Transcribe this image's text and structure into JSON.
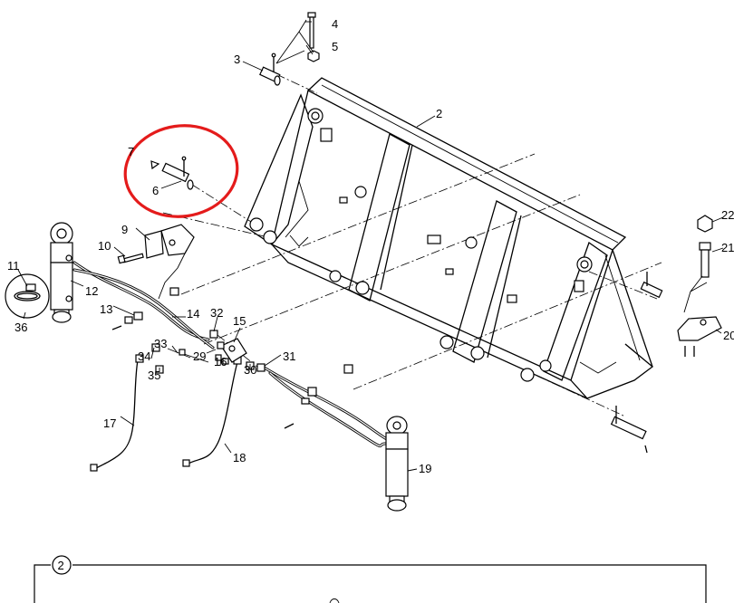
{
  "callouts": [
    {
      "id": "c1",
      "label": "2"
    },
    {
      "id": "c2",
      "label": "3"
    },
    {
      "id": "c3",
      "label": "4"
    },
    {
      "id": "c4",
      "label": "5"
    },
    {
      "id": "c5",
      "label": "6"
    },
    {
      "id": "c6",
      "label": "7"
    },
    {
      "id": "c7",
      "label": "9"
    },
    {
      "id": "c8",
      "label": "10"
    },
    {
      "id": "c9",
      "label": "11"
    },
    {
      "id": "c10",
      "label": "12"
    },
    {
      "id": "c11",
      "label": "13"
    },
    {
      "id": "c12",
      "label": "14"
    },
    {
      "id": "c13",
      "label": "15"
    },
    {
      "id": "c14",
      "label": "16"
    },
    {
      "id": "c15",
      "label": "17"
    },
    {
      "id": "c16",
      "label": "18"
    },
    {
      "id": "c17",
      "label": "19"
    },
    {
      "id": "c18",
      "label": "20"
    },
    {
      "id": "c19",
      "label": "21"
    },
    {
      "id": "c20",
      "label": "22"
    },
    {
      "id": "c21",
      "label": "29"
    },
    {
      "id": "c22",
      "label": "30"
    },
    {
      "id": "c23",
      "label": "31"
    },
    {
      "id": "c24",
      "label": "32"
    },
    {
      "id": "c25",
      "label": "33"
    },
    {
      "id": "c26",
      "label": "34"
    },
    {
      "id": "c27",
      "label": "35"
    },
    {
      "id": "c28",
      "label": "36"
    }
  ],
  "detail_panel": {
    "tag": "2"
  },
  "highlight": {
    "color": "#e41b1b"
  }
}
